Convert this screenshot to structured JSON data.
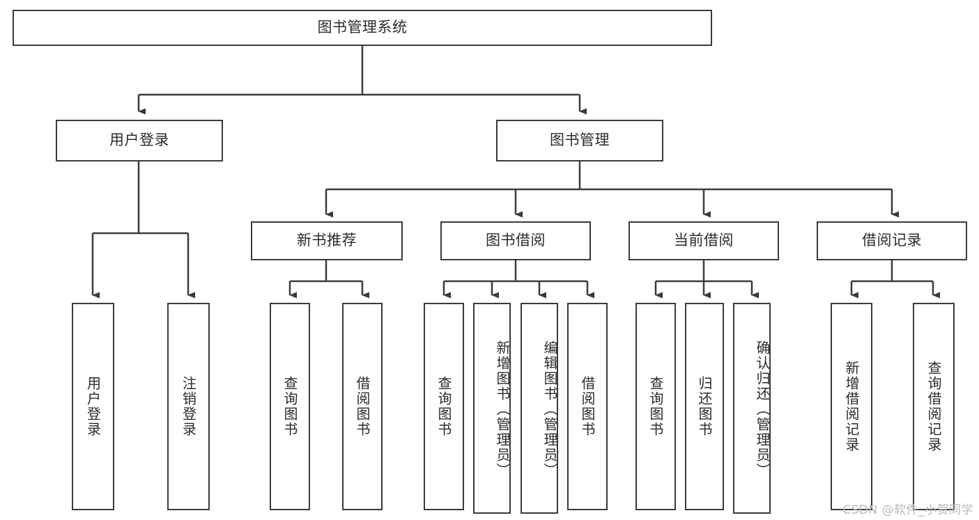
{
  "diagram": {
    "title": "图书管理系统",
    "root": {
      "label": "图书管理系统"
    },
    "level2": [
      {
        "label": "用户登录"
      },
      {
        "label": "图书管理"
      }
    ],
    "level3": [
      {
        "label": "新书推荐"
      },
      {
        "label": "图书借阅"
      },
      {
        "label": "当前借阅"
      },
      {
        "label": "借阅记录"
      }
    ],
    "leaves": {
      "user_login": [
        {
          "label": "用户登录"
        },
        {
          "label": "注销登录"
        }
      ],
      "new_book_recommend": [
        {
          "label": "查询图书"
        },
        {
          "label": "借阅图书"
        }
      ],
      "book_borrow": [
        {
          "label": "查询图书"
        },
        {
          "label": "新增图书（管理员）"
        },
        {
          "label": "编辑图书（管理员）"
        },
        {
          "label": "借阅图书"
        }
      ],
      "current_borrow": [
        {
          "label": "查询图书"
        },
        {
          "label": "归还图书"
        },
        {
          "label": "确认归还（管理员）"
        }
      ],
      "borrow_record": [
        {
          "label": "新增借阅记录"
        },
        {
          "label": "查询借阅记录"
        }
      ]
    }
  },
  "watermark": {
    "text": "CSDN @软件_小贺同学"
  },
  "colors": {
    "stroke": "#3a3a3a",
    "text": "#2b2b2b",
    "background": "#ffffff",
    "watermark": "#b9b9b9"
  }
}
